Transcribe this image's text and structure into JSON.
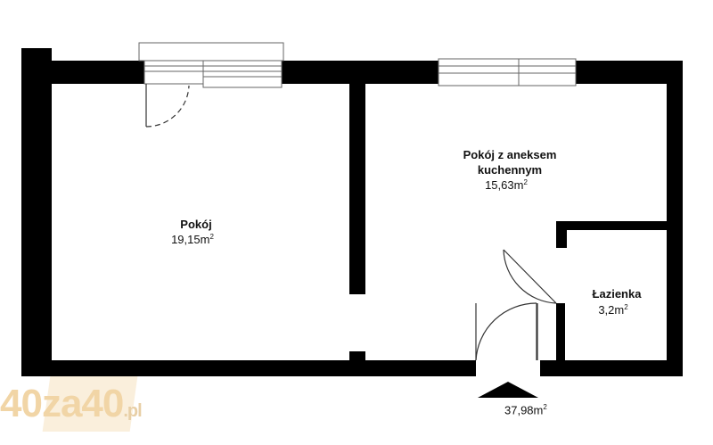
{
  "rooms": {
    "pokoj": {
      "name": "Pokój",
      "area": "19,15m",
      "unit_sup": "2"
    },
    "aneks": {
      "name_line1": "Pokój z aneksem",
      "name_line2": "kuchennym",
      "area": "15,63m",
      "unit_sup": "2"
    },
    "lazienka": {
      "name": "Łazienka",
      "area": "3,2m",
      "unit_sup": "2"
    }
  },
  "total": {
    "area": "37,98m",
    "unit_sup": "2"
  },
  "logo": {
    "main": "40za40",
    "suffix": ".pl"
  },
  "colors": {
    "wall": "#000000",
    "logo": "#f1d5a6",
    "window_frame": "#666666"
  }
}
